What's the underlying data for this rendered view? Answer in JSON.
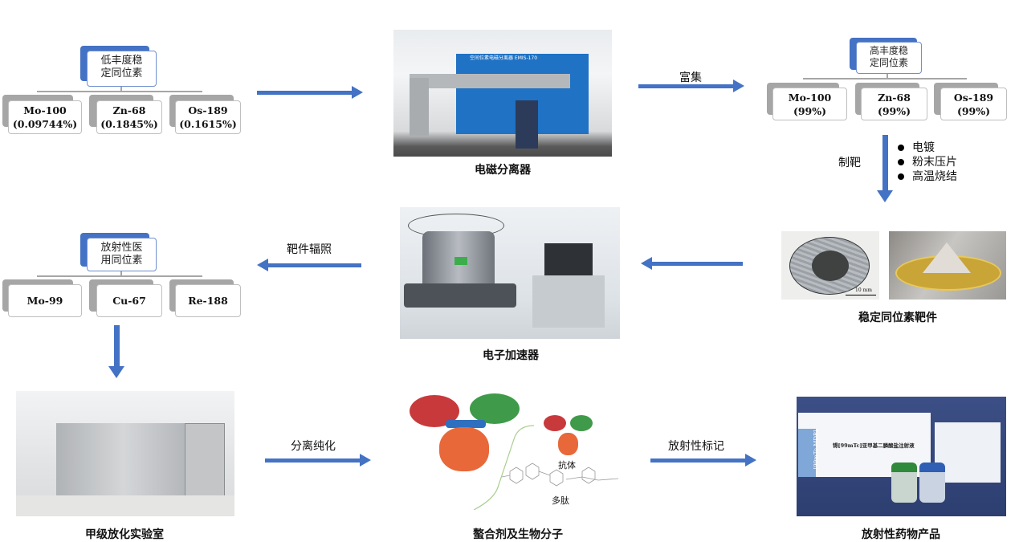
{
  "low_abundance": {
    "title_line1": "低丰度稳",
    "title_line2": "定同位素",
    "items": [
      {
        "name": "Mo-100",
        "pct": "(0.09744%)"
      },
      {
        "name": "Zn-68",
        "pct": "(0.1845%)"
      },
      {
        "name": "Os-189",
        "pct": "(0.1615%)"
      }
    ]
  },
  "high_abundance": {
    "title_line1": "高丰度稳",
    "title_line2": "定同位素",
    "items": [
      {
        "name": "Mo-100",
        "pct": "(99%)"
      },
      {
        "name": "Zn-68",
        "pct": "(99%)"
      },
      {
        "name": "Os-189",
        "pct": "(99%)"
      }
    ]
  },
  "medical": {
    "title_line1": "放射性医",
    "title_line2": "用同位素",
    "items": [
      {
        "name": "Mo-99"
      },
      {
        "name": "Cu-67"
      },
      {
        "name": "Re-188"
      }
    ]
  },
  "captions": {
    "separator": "电磁分离器",
    "targets": "稳定同位素靶件",
    "accelerator": "电子加速器",
    "lab": "甲级放化实验室",
    "molecules": "螯合剂及生物分子",
    "product": "放射性药物产品"
  },
  "arrows": {
    "enrich": "富集",
    "make_target": "制靶",
    "irradiate": "靶件辐照",
    "purify": "分离纯化",
    "label": "放射性标记"
  },
  "target_methods": [
    "电镀",
    "粉末压片",
    "高温烧结"
  ],
  "molecule_labels": {
    "antibody": "抗体",
    "peptide": "多肽"
  },
  "photo_text": {
    "separator_sign": "空间位素电磁分离器 EMIS-170",
    "scale_bar": "10 mm",
    "product_box": "[99mTc-MDP]",
    "product_name": "锝[99mTc]亚甲基二膦酸盐注射液"
  },
  "colors": {
    "accent": "#4472c4",
    "node_shadow": "#a6a6a6"
  }
}
